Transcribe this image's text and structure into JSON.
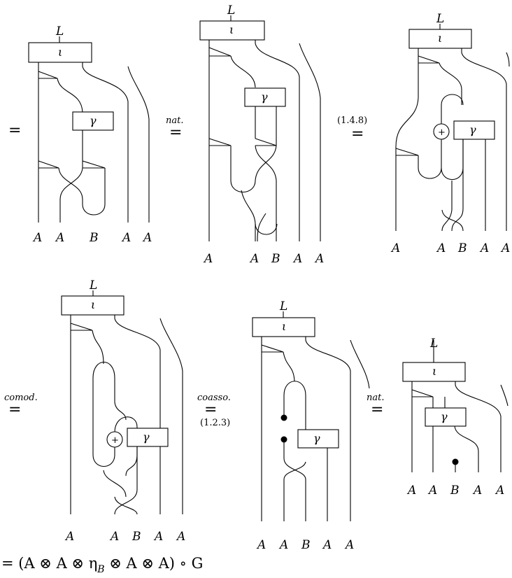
{
  "labels": {
    "top": "L",
    "iota": "ι",
    "gamma": "γ",
    "a": "A",
    "b": "B",
    "oplus": "+"
  },
  "relations": {
    "eq": "=",
    "nat": "nat.",
    "ref148": "(1.4.8)",
    "comod": "comod.",
    "coasso": "coasso.",
    "ref123": "(1.2.3)"
  },
  "formula": "= (A ⊗ A ⊗ η_B ⊗ A ⊗ A) ∘ G",
  "formula_parts": {
    "prefix": "= (A ⊗ A ⊗ η",
    "sub": "B",
    "suffix": " ⊗ A ⊗ A) ∘ G"
  }
}
